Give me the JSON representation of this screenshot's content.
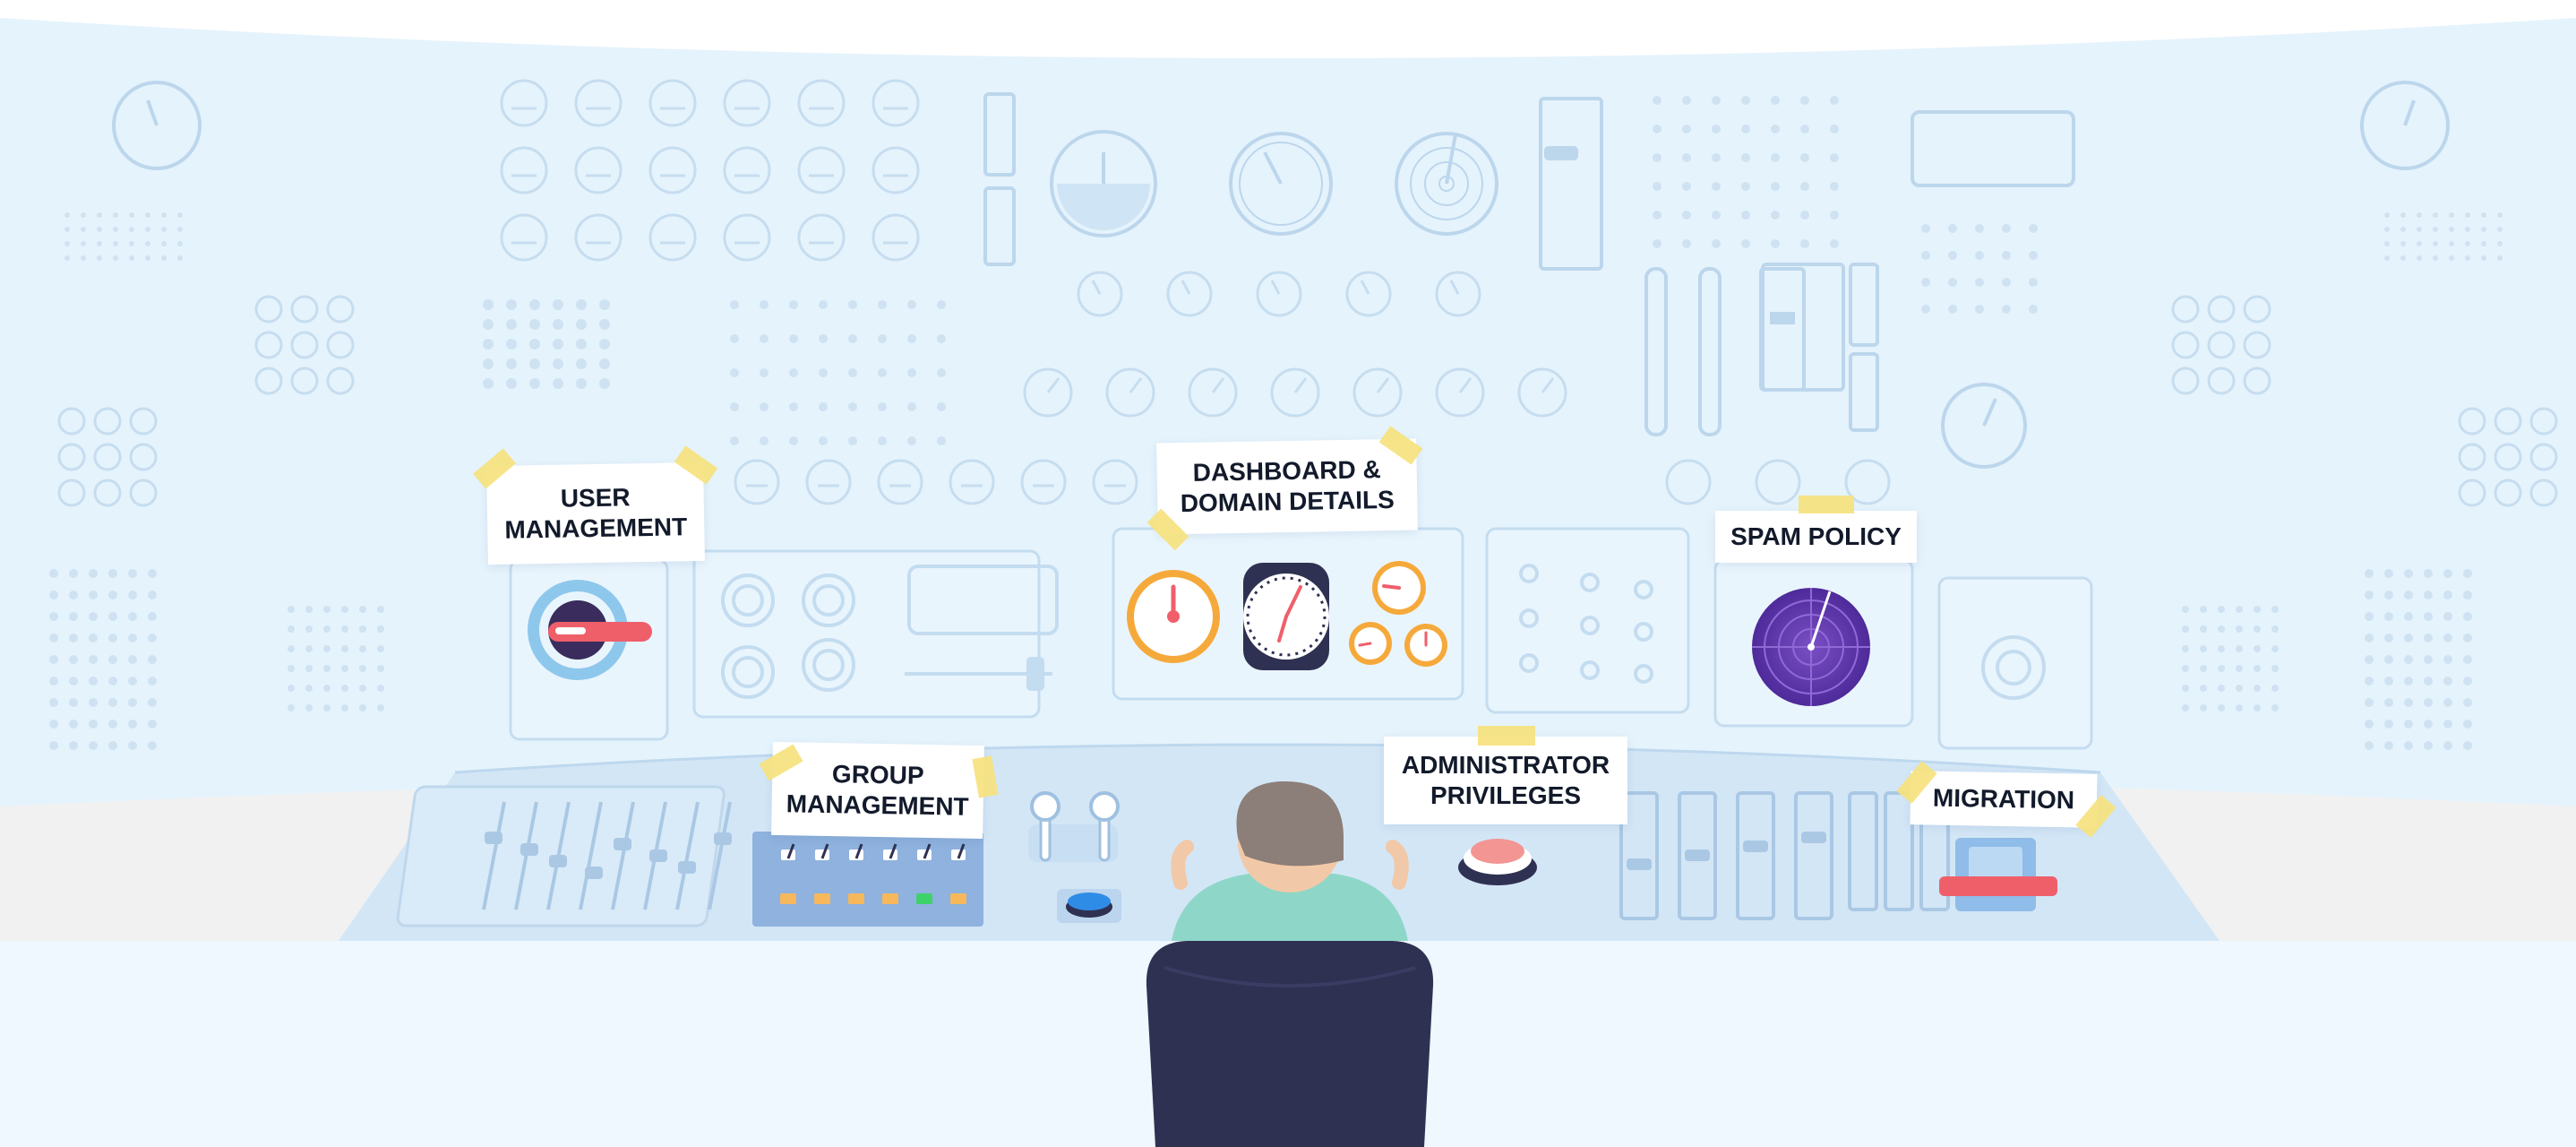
{
  "scene": {
    "colors": {
      "background": "#eef8fe",
      "wall": "#e5f3fc",
      "floor": "#f1f1f1",
      "console": "#d3e6f6",
      "outline": "#b4d0ea",
      "accent_red": "#ef5f6a",
      "accent_purple": "#6a3fb0",
      "accent_orange": "#f6a93b",
      "operator_shirt": "#8ed7c8",
      "operator_hair": "#8c7e78",
      "chair": "#2f3152"
    }
  },
  "sections": {
    "user_management": {
      "lines": [
        "USER",
        "MANAGEMENT"
      ]
    },
    "dashboard_domain_details": {
      "lines": [
        "DASHBOARD &",
        "DOMAIN DETAILS"
      ]
    },
    "spam_policy": {
      "lines": [
        "SPAM POLICY"
      ]
    },
    "group_management": {
      "lines": [
        "GROUP",
        "MANAGEMENT"
      ]
    },
    "administrator_privileges": {
      "lines": [
        "ADMINISTRATOR",
        "PRIVILEGES"
      ]
    },
    "migration": {
      "lines": [
        "MIGRATION"
      ]
    }
  }
}
